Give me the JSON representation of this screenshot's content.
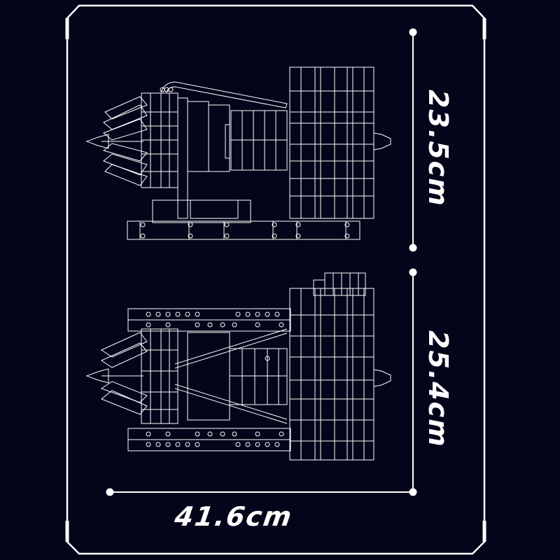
{
  "diagram": {
    "title": "Jet engine model blueprint dimensions",
    "background_color": "#04041a",
    "line_color": "#ffffff",
    "views": [
      {
        "name": "side-view",
        "description": "Side elevation of turbofan engine model on stand"
      },
      {
        "name": "top-view",
        "description": "Top/plan view of turbofan engine model"
      }
    ],
    "dimensions": {
      "width_label": "41.6cm",
      "height_side_label": "23.5cm",
      "height_top_label": "25.4cm"
    }
  }
}
